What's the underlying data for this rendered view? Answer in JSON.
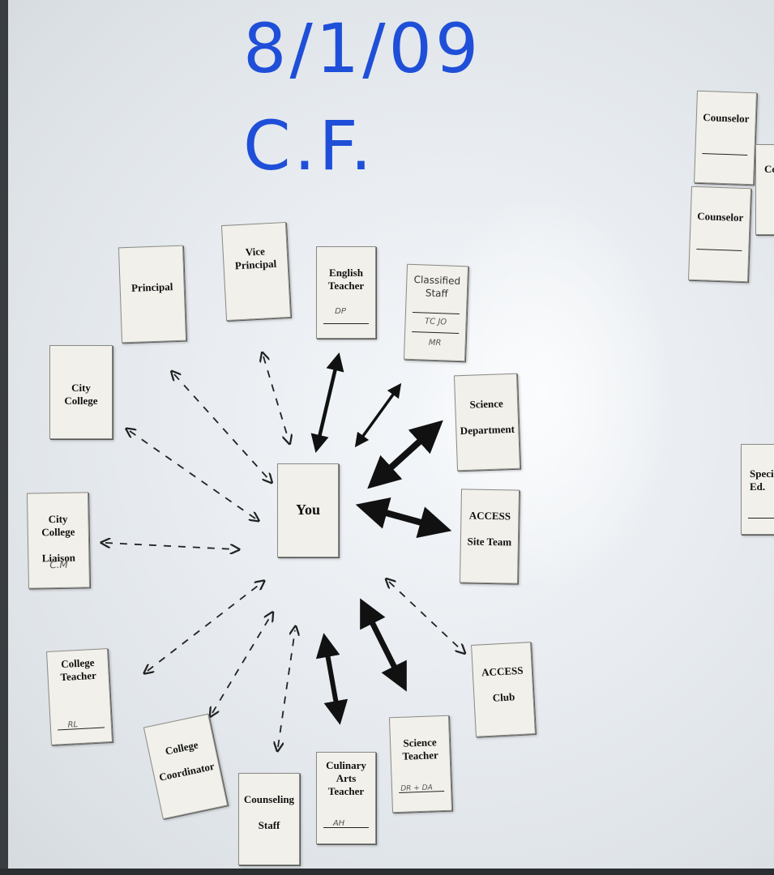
{
  "title": {
    "date": "8/1/09",
    "initials": "C.F."
  },
  "cards": {
    "you": "You",
    "principal": "Principal",
    "vice_principal": [
      "Vice",
      "Principal"
    ],
    "english_teacher": {
      "lines": [
        "English",
        "Teacher"
      ],
      "handwritten": "DP"
    },
    "classified_staff": {
      "lines": [
        "Classified",
        "Staff"
      ],
      "handwritten": [
        "TC  JO",
        "MR"
      ]
    },
    "city_college": "City College",
    "science_department": [
      "Science",
      "Department"
    ],
    "access_site_team": [
      "ACCESS",
      "Site Team"
    ],
    "city_college_liaison": {
      "lines": [
        "City College",
        "Liaison"
      ],
      "handwritten": "C.M"
    },
    "access_club": [
      "ACCESS",
      "Club"
    ],
    "college_teacher": {
      "lines": [
        "College",
        "Teacher"
      ],
      "handwritten": "RL"
    },
    "college_coordinator": [
      "College",
      "Coordinator"
    ],
    "counseling_staff": [
      "Counseling",
      "Staff"
    ],
    "culinary_arts_teacher": {
      "lines": [
        "Culinary",
        "Arts",
        "Teacher"
      ],
      "handwritten": "AH"
    },
    "science_teacher": {
      "lines": [
        "Science",
        "Teacher"
      ],
      "handwritten": "DR + DA"
    },
    "counselor_1": "Counselor",
    "counselor_2": "Counselor",
    "counselor_partial": "Co",
    "special_ed": [
      "Speci",
      "Ed."
    ]
  }
}
